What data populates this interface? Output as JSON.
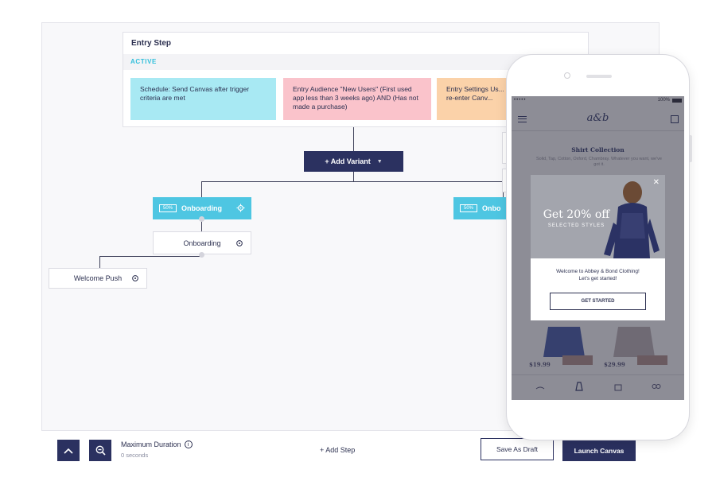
{
  "entry": {
    "title": "Entry Step",
    "status": "ACTIVE",
    "criteria": [
      "Schedule: Send Canvas after trigger criteria are met",
      "Entry Audience \"New Users\" (First used app less than 3 weeks ago) AND (Has not made a purchase)",
      "Entry Settings Us... re-enter Canv..."
    ]
  },
  "canvas": {
    "add_variant_label": "+ Add Variant",
    "variants": [
      {
        "percent": "50%",
        "name": "Onboarding"
      },
      {
        "percent": "50%",
        "name": "Onbo"
      }
    ],
    "steps": [
      {
        "name": "Onboarding"
      },
      {
        "name": "Welcome Push"
      }
    ]
  },
  "footer": {
    "max_duration_title": "Maximum Duration",
    "max_duration_value": "0 seconds",
    "add_step_label": "+ Add Step",
    "save_draft_label": "Save As Draft",
    "launch_label": "Launch Canvas"
  },
  "phone": {
    "status_carrier": "•••••",
    "status_battery": "100%",
    "brand": "a&b",
    "collection_title": "Shirt Collection",
    "collection_subtitle": "Solid, Tap, Cotton, Oxford, Chambray. Whatever you want, we've got it.",
    "modal": {
      "headline": "Get 20% off",
      "subheadline": "SELECTED STYLES",
      "message_line1": "Welcome to Abbey & Bond Clothing!",
      "message_line2": "Let's get started!",
      "cta": "GET STARTED"
    },
    "prices": [
      "$19.99",
      "$29.99"
    ]
  },
  "colors": {
    "navy": "#2b3160",
    "cyan": "#4ec6e2",
    "criteria_cyan": "#a8e9f3",
    "criteria_pink": "#fac3cb",
    "criteria_orange": "#fbd2a9"
  }
}
